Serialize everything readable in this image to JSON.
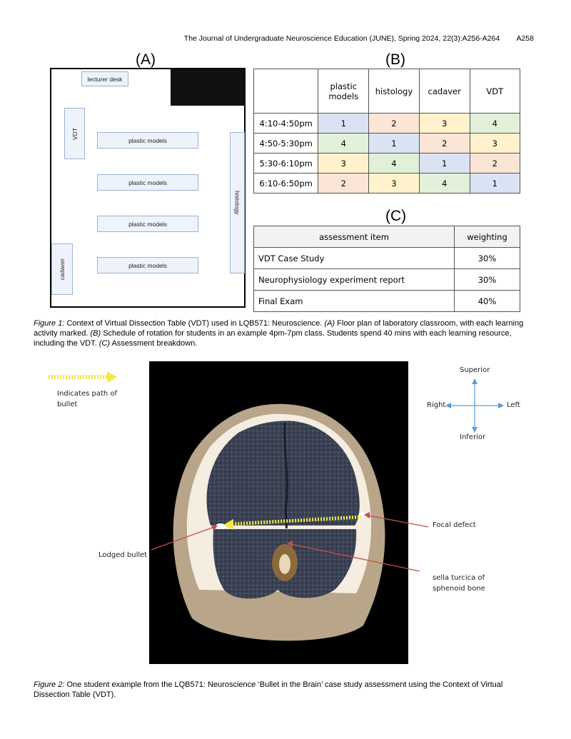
{
  "header": {
    "running_head": "The Journal of Undergraduate Neuroscience Education (JUNE), Spring 2024, 22(3):A256-A264",
    "page": "A258"
  },
  "figure1": {
    "panel_a": {
      "label": "(A)",
      "stations": {
        "lecturer_desk": "lecturer desk",
        "vdt": "VDT",
        "plastic_models": [
          "plastic models",
          "plastic models",
          "plastic models",
          "plastic models"
        ],
        "histology": "histology",
        "cadaver": "cadaver"
      }
    },
    "panel_b": {
      "label": "(B)",
      "columns": [
        "plastic models",
        "histology",
        "cadaver",
        "VDT"
      ],
      "rows": [
        {
          "time": "4:10-4:50pm",
          "values": [
            "1",
            "2",
            "3",
            "4"
          ]
        },
        {
          "time": "4:50-5:30pm",
          "values": [
            "4",
            "1",
            "2",
            "3"
          ]
        },
        {
          "time": "5:30-6:10pm",
          "values": [
            "3",
            "4",
            "1",
            "2"
          ]
        },
        {
          "time": "6:10-6:50pm",
          "values": [
            "2",
            "3",
            "4",
            "1"
          ]
        }
      ],
      "group_colors": {
        "1": "#dae3f3",
        "2": "#fbe5d6",
        "3": "#fff2cc",
        "4": "#e2f0d9"
      }
    },
    "panel_c": {
      "label": "(C)",
      "headers": [
        "assessment item",
        "weighting"
      ],
      "rows": [
        {
          "item": "VDT Case Study",
          "weight": "30%"
        },
        {
          "item": "Neurophysiology experiment report",
          "weight": "30%"
        },
        {
          "item": "Final Exam",
          "weight": "40%"
        }
      ]
    },
    "caption": {
      "lead": "Figure 1:",
      "text1": " Context of Virtual Dissection Table (VDT) used in LQB571: Neuroscience.  ",
      "a": "(A)",
      "text2": " Floor plan of laboratory classroom, with each learning activity marked. ",
      "b": "(B)",
      "text3": " Schedule of rotation for students in an example 4pm-7pm class.  Students spend 40 mins with each learning resource, including the VDT. ",
      "c": "(C)",
      "text4": " Assessment breakdown."
    }
  },
  "figure2": {
    "legend": "Indicates path of bullet",
    "orientation": {
      "superior": "Superior",
      "inferior": "Inferior",
      "right": "Right",
      "left": "Left"
    },
    "annotations": {
      "lodged_bullet": "Lodged bullet",
      "focal_defect": "Focal defect",
      "sella_line1": "sella turcica of",
      "sella_line2": "sphenoid bone"
    },
    "colors": {
      "path_arrow": "#f2e84a",
      "annotation_arrow": "#c0504d",
      "compass": "#5b9bd5"
    },
    "caption": {
      "lead": "Figure 2:",
      "text": " One student example from the LQB571: Neuroscience ‘Bullet in the Brain’ case study assessment using the Context of Virtual Dissection Table (VDT)."
    }
  }
}
